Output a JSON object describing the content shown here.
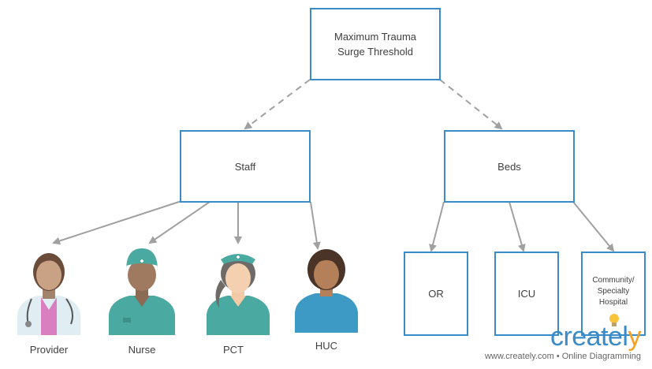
{
  "nodes": {
    "root": "Maximum Trauma\nSurge Threshold",
    "staff": "Staff",
    "beds": "Beds",
    "or": "OR",
    "icu": "ICU",
    "community": "Community/\nSpecialty\nHospital"
  },
  "people": {
    "provider": "Provider",
    "nurse": "Nurse",
    "pct": "PCT",
    "huc": "HUC"
  },
  "branding": {
    "logo_main": "createl",
    "logo_tail": "y",
    "tagline": "www.creately.com • Online Diagramming"
  },
  "colors": {
    "box_border": "#3a8cc8",
    "arrow": "#a0a0a0",
    "scrubs": "#4aa9a0",
    "huc_shirt": "#3c9ac4",
    "lab_coat": "#e0eef3"
  }
}
